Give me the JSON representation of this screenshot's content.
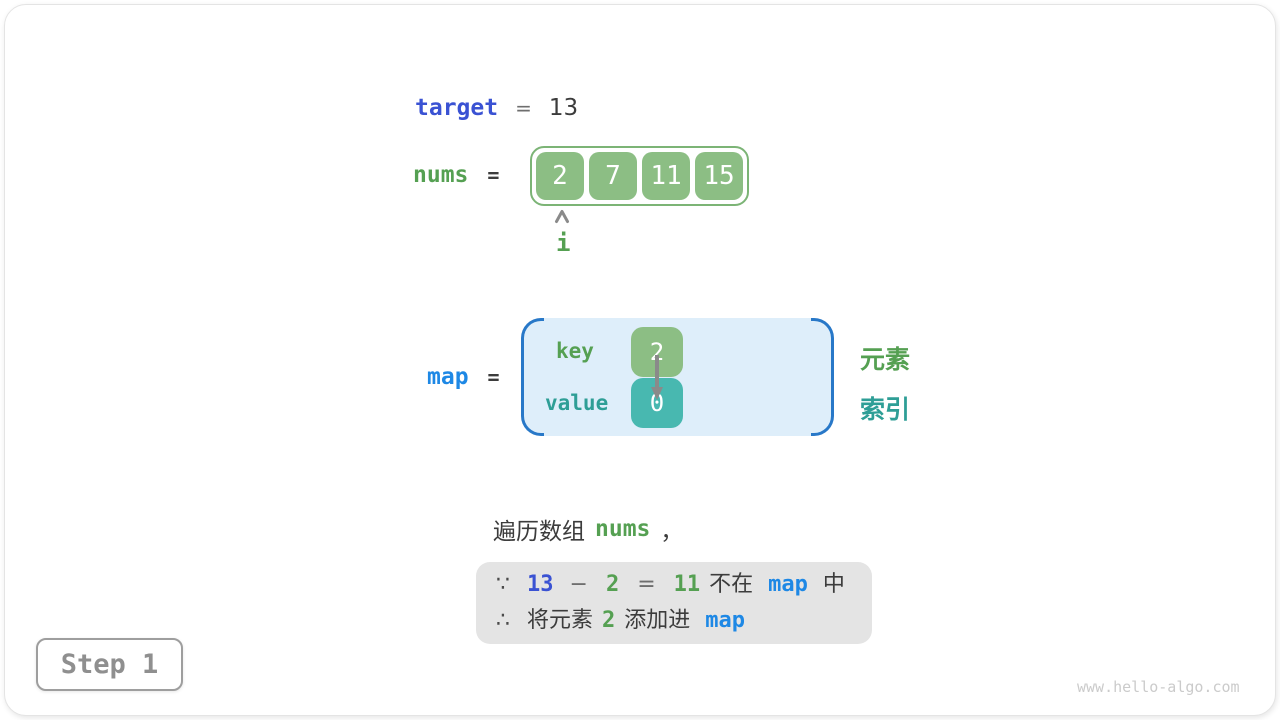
{
  "colors": {
    "royal_blue": "#3A52D3",
    "bright_blue": "#1E88E5",
    "green_text": "#55A052",
    "green_fill": "#8CBE84",
    "green_border": "#7CB476",
    "teal_text": "#2E9E96",
    "teal_fill": "#48B8B0",
    "map_fill": "#DEEEFA",
    "map_border": "#2878C8",
    "dark_text": "#3C3C3C",
    "note_bg": "#E4E4E4",
    "step_gray": "#8F8F8F",
    "watermark_gray": "#CBCBCB"
  },
  "target": {
    "label": "target",
    "equals": "=",
    "value": "13"
  },
  "nums": {
    "label": "nums",
    "equals": "=",
    "values": [
      "2",
      "7",
      "11",
      "15"
    ]
  },
  "pointer": {
    "label": "i"
  },
  "map": {
    "label": "map",
    "equals": "=",
    "key_label": "key",
    "key_value": "2",
    "value_label": "value",
    "value_value": "0"
  },
  "side_labels": {
    "element": "元素",
    "index": "索引"
  },
  "caption": {
    "text": "遍历数组",
    "code": "nums",
    "comma": "，"
  },
  "note": {
    "line1": {
      "because": "∵",
      "target": "13",
      "minus": "−",
      "num": "2",
      "equals": "=",
      "diff": "11",
      "not_in": "不在",
      "map": "map",
      "suffix": "中"
    },
    "line2": {
      "therefore": "∴",
      "prefix": "将元素",
      "num": "2",
      "action": "添加进",
      "map": "map"
    }
  },
  "step_badge": {
    "label": "Step 1"
  },
  "watermark": "www.hello-algo.com"
}
